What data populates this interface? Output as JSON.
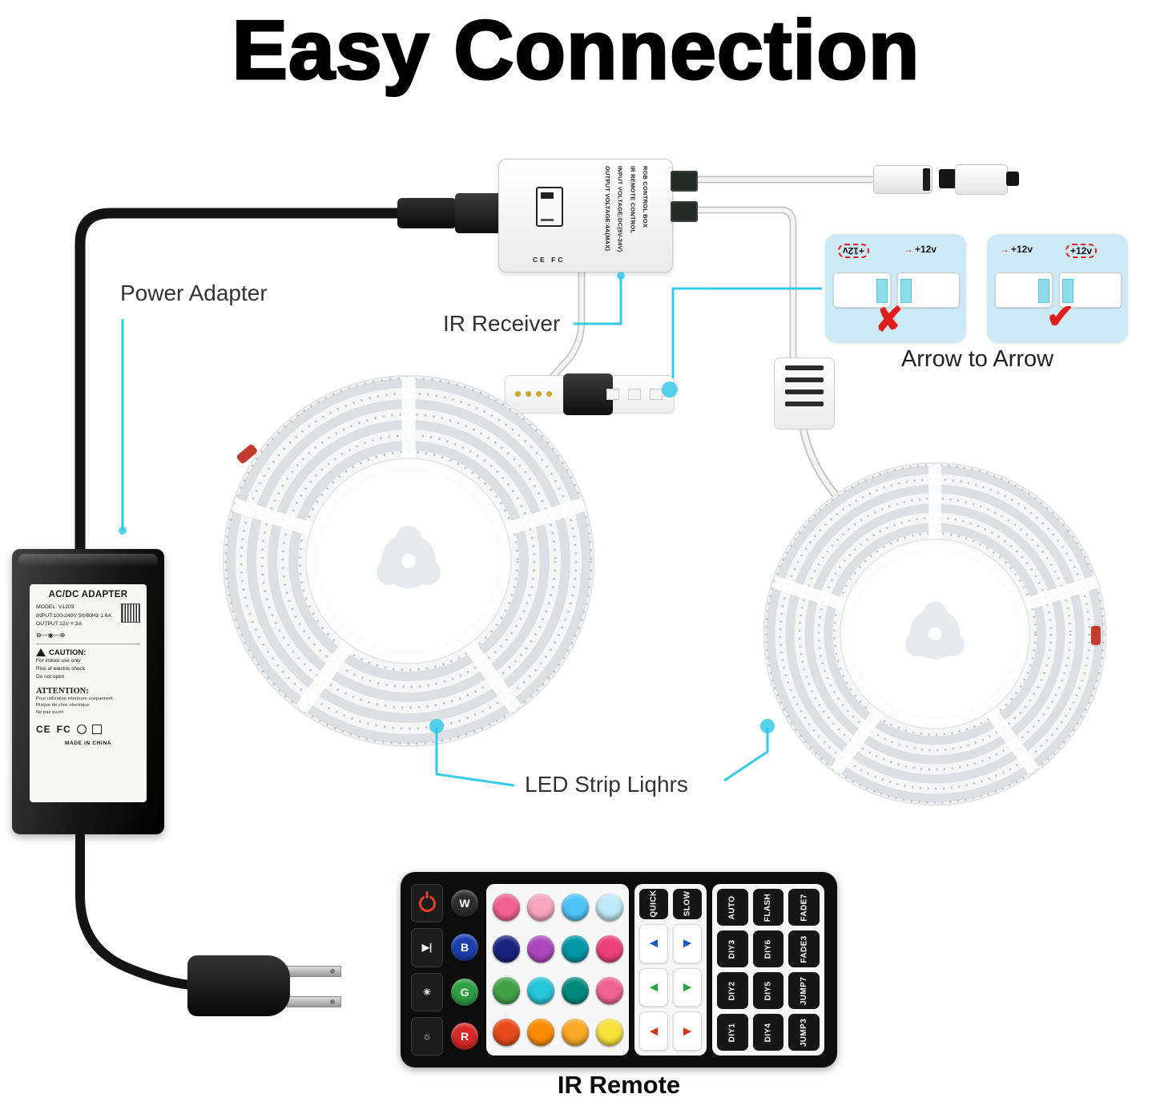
{
  "title": "Easy Connection",
  "accent_color": "#2cc7e8",
  "callouts": {
    "power_adapter": "Power Adapter",
    "ir_receiver": "IR Receiver",
    "arrow_to_arrow": "Arrow to Arrow",
    "led_strips": "LED Strip Liqhrs",
    "ir_remote": "IR Remote"
  },
  "adapter": {
    "title": "AC/DC ADAPTER",
    "model": "MODEL:  V1203",
    "input": "INPUT:100-240V 50/60Hz 1.6A",
    "output": "OUTPUT:12V ≡ 3A",
    "polarity": "⊖—◉—⊕",
    "caution_title": "CAUTION:",
    "caution_1": "For indoor use only",
    "caution_2": "Risk of electric shock",
    "caution_3": "Do not open",
    "attention_title": "ATTENTION:",
    "attention_1": "Pour utilisation interieure uniquement",
    "attention_2": "Risque de choc electrique",
    "attention_3": "Ne pas ouvrir",
    "mark_ce": "CE",
    "mark_fcc": "FC",
    "made_in": "MADE IN CHINA"
  },
  "receiver": {
    "line1": "RGB CONTROL BOX",
    "line2": "IR REMOTE CONTROL",
    "line3": "INPUT VOLTAGE:DC(5V-24V)",
    "line4": "OUTPUT VOLTAGE:4A(MAX)",
    "marks": "CE FC"
  },
  "connector_demo": {
    "voltage": "+12v",
    "arrow": "→",
    "wrong_mark": "✘",
    "right_mark": "✔"
  },
  "remote": {
    "icons": {
      "play_pause": "▶|",
      "bright_hi": "☀",
      "bright_lo": "☼"
    },
    "letters": [
      "W",
      "B",
      "G",
      "R"
    ],
    "letter_colors": [
      "#2e2e2e",
      "#1c3fae",
      "#2f9e44",
      "#d62828"
    ],
    "color_grid": [
      [
        "#f06292",
        "#f8a5c0",
        "#4fc3f7",
        "#bfe9f7"
      ],
      [
        "#1a237e",
        "#ab47bc",
        "#0097a7",
        "#ec407a"
      ],
      [
        "#43a047",
        "#26c6da",
        "#00897b",
        "#f06292"
      ],
      [
        "#e64a19",
        "#fb8c00",
        "#f9a825",
        "#f7e23b"
      ]
    ],
    "speed_keys": [
      "QUICK",
      "SLOW"
    ],
    "arrow_left": "◄",
    "arrow_right": "►",
    "arrow_colors": [
      "#2156c8",
      "#27a344",
      "#d8321f"
    ],
    "func_keys": [
      [
        "AUTO",
        "FLASH",
        "FADE7"
      ],
      [
        "DIY3",
        "DIY6",
        "FADE3"
      ],
      [
        "DIY2",
        "DIY5",
        "JUMP7"
      ],
      [
        "DIY1",
        "DIY4",
        "JUMP3"
      ]
    ]
  }
}
